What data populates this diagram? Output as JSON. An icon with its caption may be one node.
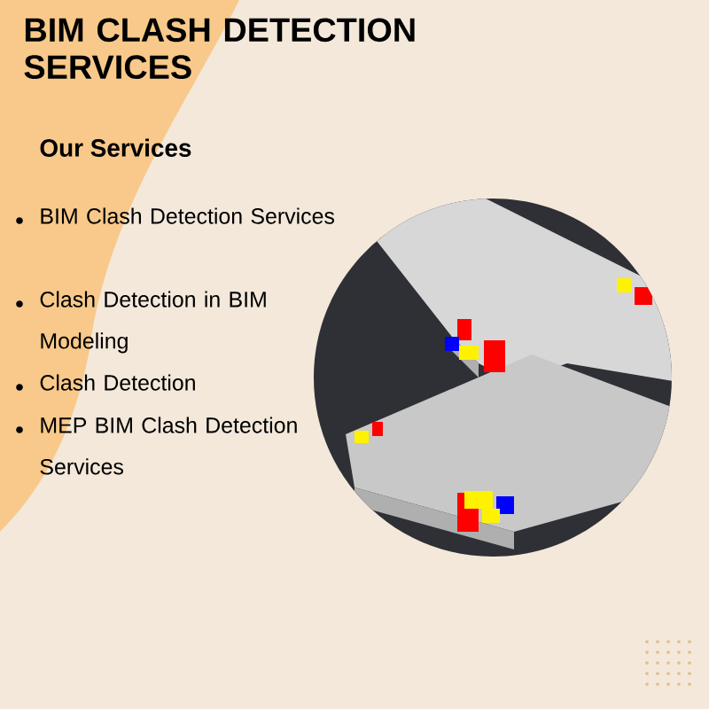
{
  "diagram": {
    "title": "BIM CLASH DETECTION SERVICES",
    "labels": [
      "Our Services",
      "BIM Clash Detection Services",
      "Clash Detection in BIM Modeling",
      "Clash Detection",
      "MEP BIM Clash Detection Services"
    ]
  }
}
